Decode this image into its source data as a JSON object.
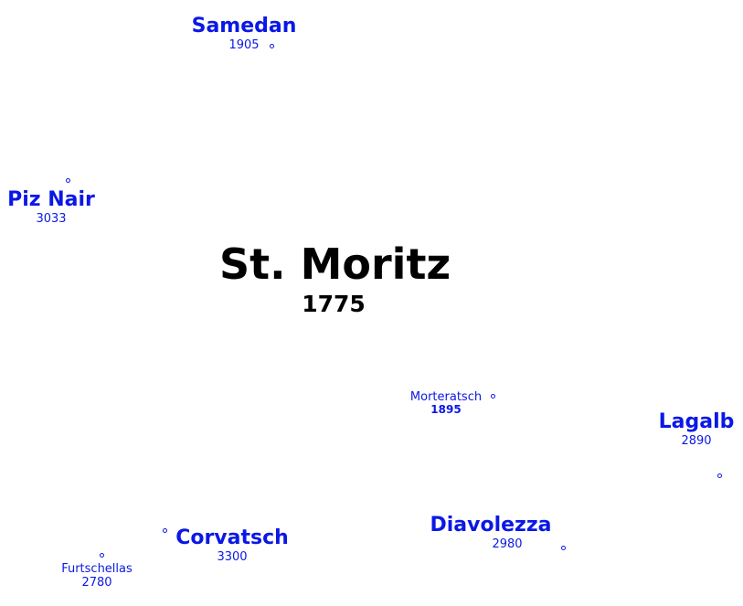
{
  "colors": {
    "label": "#0a18e6",
    "main_label": "#000000",
    "background": "#ffffff"
  },
  "main_place": {
    "name": "St. Moritz",
    "elevation": "1775"
  },
  "places": {
    "samedan": {
      "name": "Samedan",
      "elevation": "1905"
    },
    "piz_nair": {
      "name": "Piz Nair",
      "elevation": "3033"
    },
    "morteratsch": {
      "name": "Morteratsch",
      "elevation": "1895"
    },
    "lagalb": {
      "name": "Lagalb",
      "elevation": "2890"
    },
    "diavolezza": {
      "name": "Diavolezza",
      "elevation": "2980"
    },
    "corvatsch": {
      "name": "Corvatsch",
      "elevation": "3300"
    },
    "furtschellas": {
      "name": "Furtschellas",
      "elevation": "2780"
    }
  }
}
